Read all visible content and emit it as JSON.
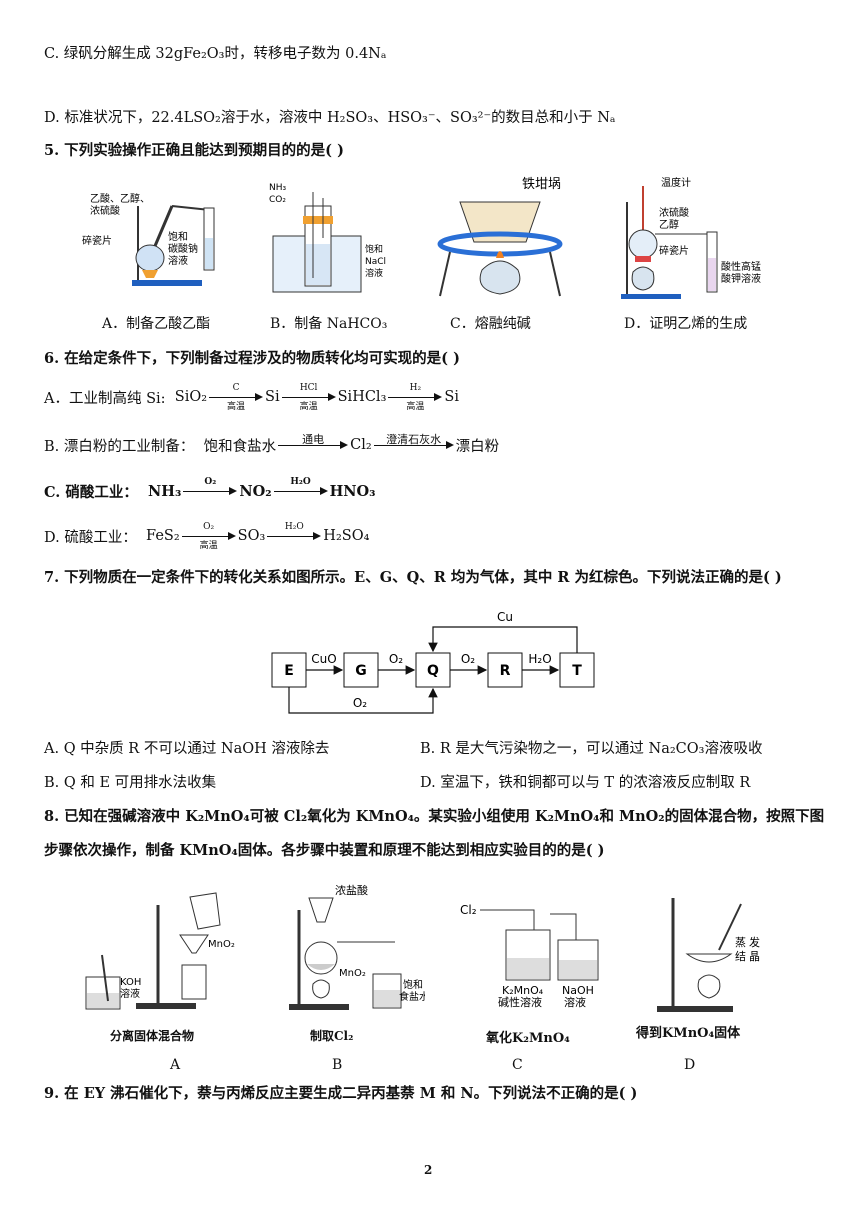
{
  "lines": {
    "c_opt": "C. 绿矾分解生成 32gFe₂O₃时，转移电子数为 0.4Nₐ",
    "d_opt": "D. 标准状况下，22.4LSO₂溶于水，溶液中 H₂SO₃、HSO₃⁻、SO₃²⁻的数目总和小于 Nₐ",
    "q5": "5. 下列实验操作正确且能达到预期目的的是(      )",
    "q6": "6. 在给定条件下，下列制备过程涉及的物质转化均可实现的是(      )",
    "q7": "7. 下列物质在一定条件下的转化关系如图所示。E、G、Q、R 均为气体，其中 R 为红棕色。下列说法正确的是(      )",
    "q7a": "A. Q 中杂质 R 不可以通过 NaOH 溶液除去",
    "q7b": "B.  R 是大气污染物之一，可以通过 Na₂CO₃溶液吸收",
    "q7c": "B. Q 和 E 可用排水法收集",
    "q7d": "D. 室温下，铁和铜都可以与 T 的浓溶液反应制取 R",
    "q8a": "8. 已知在强碱溶液中 K₂MnO₄可被 Cl₂氧化为 KMnO₄。某实验小组使用 K₂MnO₄和 MnO₂的固体混合物，按照下图",
    "q8b": "步骤依次操作，制备 KMnO₄固体。各步骤中装置和原理不能达到相应实验目的的是(      )",
    "q9": "9. 在 EY 沸石催化下，萘与丙烯反应主要生成二异丙基萘 M 和 N。下列说法不正确的是(      )",
    "page": "2"
  },
  "q5": {
    "captions": [
      "A．制备乙酸乙酯",
      "B．制备 NaHCO₃",
      "C．熔融纯碱",
      "D．证明乙烯的生成"
    ],
    "a_labels": [
      "乙酸、乙醇、",
      "浓硫酸",
      "碎瓷片",
      "饱和",
      "碳酸钠",
      "溶液"
    ],
    "b_labels": [
      "NH₃",
      "CO₂",
      "饱和",
      "NaCl",
      "溶液"
    ],
    "c_labels": [
      "铁坩埚"
    ],
    "d_labels": [
      "温度计",
      "浓硫酸",
      "乙醇",
      "碎瓷片",
      "酸性高锰",
      "酸钾溶液"
    ]
  },
  "q6": {
    "a": {
      "prefix": "A．工业制高纯 Si:",
      "s1": "SiO₂",
      "a1t": "C",
      "a1b": "高温",
      "s2": "Si",
      "a2t": "HCl",
      "a2b": "高温",
      "s3": "SiHCl₃",
      "a3t": "H₂",
      "a3b": "高温",
      "s4": "Si"
    },
    "b": {
      "prefix": "B. 漂白粉的工业制备：",
      "s1": "饱和食盐水",
      "a1t": "通电",
      "s2": "Cl₂",
      "a2t": "澄清石灰水",
      "s3": "漂白粉"
    },
    "c": {
      "prefix": "C. 硝酸工业：",
      "s1": "NH₃",
      "a1t": "O₂",
      "s2": "NO₂",
      "a2t": "H₂O",
      "s3": "HNO₃"
    },
    "d": {
      "prefix": "D. 硫酸工业：",
      "s1": "FeS₂",
      "a1t": "O₂",
      "a1b": "高温",
      "s2": "SO₃",
      "a2t": "H₂O",
      "s3": "H₂SO₄"
    }
  },
  "q7_diagram": {
    "boxes": [
      "E",
      "G",
      "Q",
      "R",
      "T"
    ],
    "arrows": [
      "CuO",
      "O₂",
      "O₂",
      "H₂O",
      "Cu",
      "O₂"
    ]
  },
  "q8": {
    "letters": [
      "A",
      "B",
      "C",
      "D"
    ],
    "captions": [
      "分离固体混合物",
      "制取Cl₂",
      "氧化K₂MnO₄",
      "得到KMnO₄固体"
    ],
    "a_labels": [
      "MnO₂",
      "KOH",
      "溶液"
    ],
    "b_labels": [
      "浓盐酸",
      "MnO₂",
      "饱和",
      "食盐水"
    ],
    "c_labels": [
      "Cl₂",
      "K₂MnO₄",
      "碱性溶液",
      "NaOH",
      "溶液"
    ],
    "d_labels": [
      "蒸",
      "发",
      "结",
      "晶"
    ]
  }
}
